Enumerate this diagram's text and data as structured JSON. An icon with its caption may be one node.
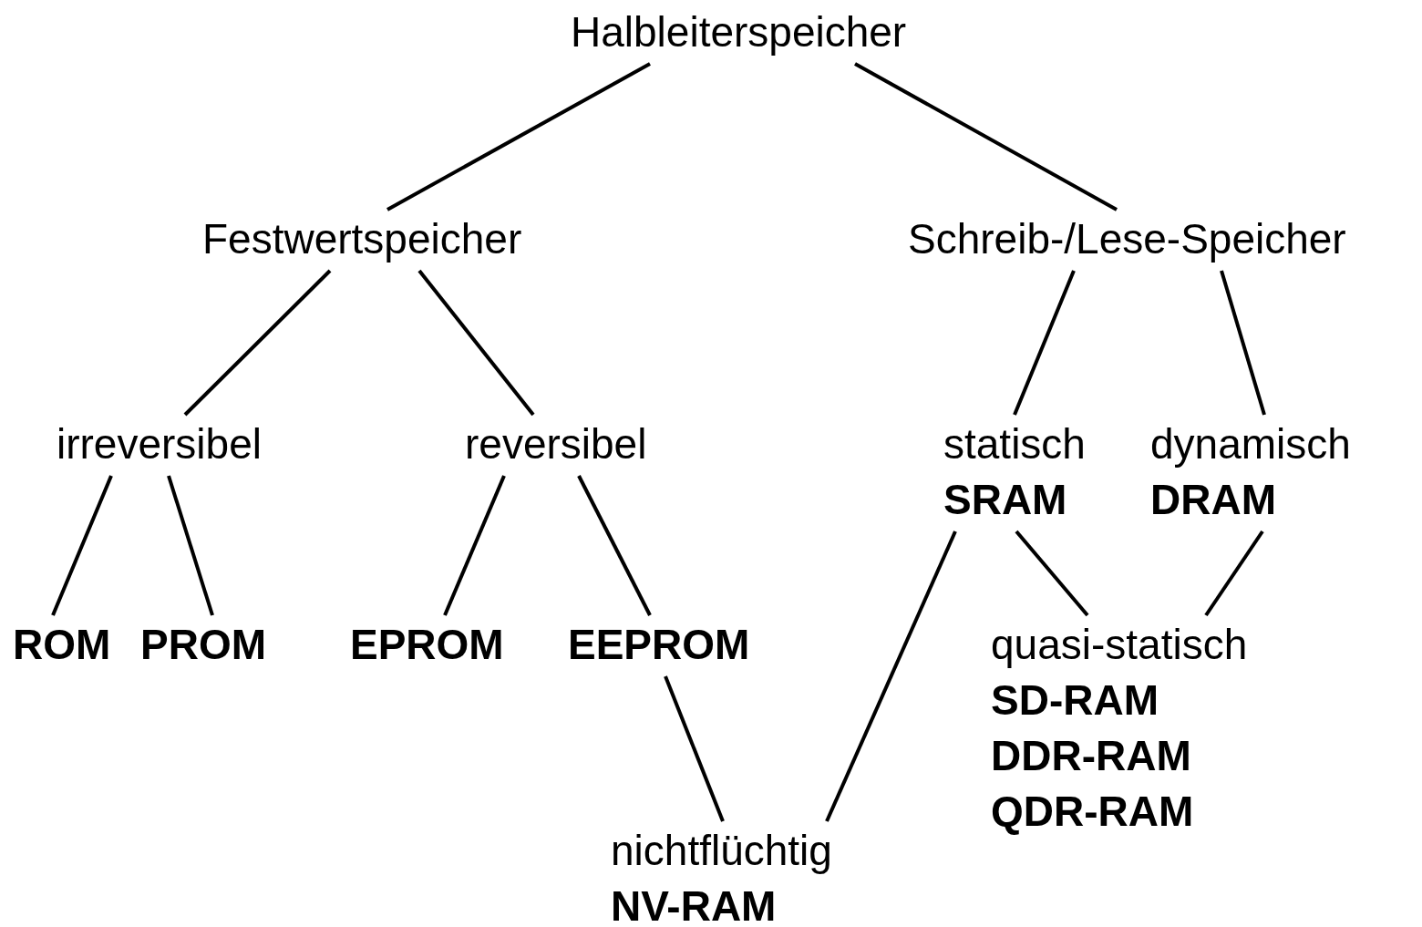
{
  "diagram": {
    "nodes": [
      {
        "text": [
          "Halbleiterspeicher"
        ]
      },
      {
        "text": [
          "Festwertspeicher"
        ]
      },
      {
        "text": [
          "Schreib-/Lese-Speicher"
        ]
      },
      {
        "text": [
          "irreversibel"
        ]
      },
      {
        "text": [
          "reversibel"
        ]
      },
      {
        "text": [
          "statisch",
          "SRAM"
        ]
      },
      {
        "text": [
          "dynamisch",
          "DRAM"
        ]
      },
      {
        "text": [
          "ROM"
        ]
      },
      {
        "text": [
          "PROM"
        ]
      },
      {
        "text": [
          "EPROM"
        ]
      },
      {
        "text": [
          "EEPROM"
        ]
      },
      {
        "text": [
          "quasi-statisch",
          "SD-RAM",
          "DDR-RAM",
          "QDR-RAM"
        ]
      },
      {
        "text": [
          "nichtflüchtig",
          "NV-RAM"
        ]
      }
    ],
    "edges": [
      {
        "from": 0,
        "to": 1,
        "arrow": "none"
      },
      {
        "from": 0,
        "to": 2,
        "arrow": "none"
      },
      {
        "from": 1,
        "to": 3,
        "arrow": "none"
      },
      {
        "from": 1,
        "to": 4,
        "arrow": "none"
      },
      {
        "from": 2,
        "to": 5,
        "arrow": "none"
      },
      {
        "from": 2,
        "to": 6,
        "arrow": "none"
      },
      {
        "from": 3,
        "to": 7,
        "arrow": "none"
      },
      {
        "from": 3,
        "to": 8,
        "arrow": "none"
      },
      {
        "from": 4,
        "to": 9,
        "arrow": "none"
      },
      {
        "from": 4,
        "to": 10,
        "arrow": "none"
      },
      {
        "from": 10,
        "to": 12,
        "arrow": "none"
      },
      {
        "from": 5,
        "to": 12,
        "arrow": "none"
      },
      {
        "from": 5,
        "to": 11,
        "arrow": "none"
      },
      {
        "from": 6,
        "to": 11,
        "arrow": "none"
      }
    ]
  }
}
